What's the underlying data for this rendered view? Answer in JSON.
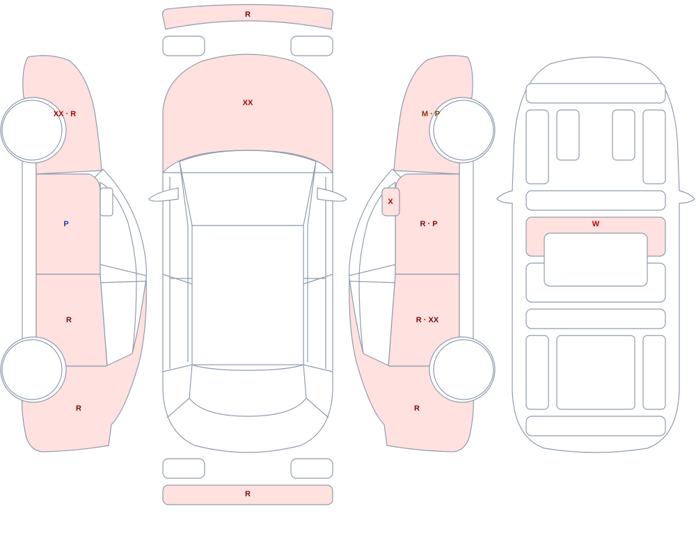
{
  "colors": {
    "damaged_fill": "#ffe1df",
    "clean_fill": "#ffffff",
    "outline": "#8e9aab",
    "label_red": "#b40000",
    "label_dark_red": "#7a0a0a",
    "label_blue": "#1a3fb8",
    "label_brown": "#7a3a00"
  },
  "labels": {
    "front_bumper": "R",
    "hood": "XX",
    "rear_bumper": "R",
    "left_front_fender": "XX · R",
    "left_front_door": "P",
    "left_rear_door": "R",
    "left_rear_quarter": "R",
    "right_front_fender": "M · P",
    "right_mirror": "X",
    "right_front_door": "R · P",
    "right_rear_door": "R · XX",
    "right_rear_quarter": "R",
    "floor_crossmember": "W"
  }
}
